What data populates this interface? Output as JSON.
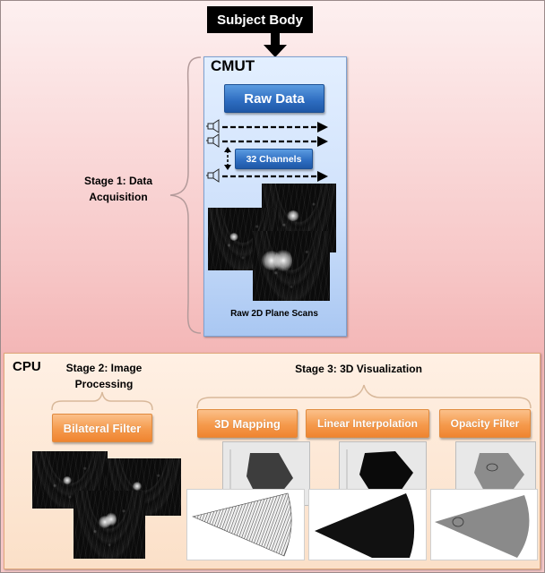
{
  "subject_body": "Subject Body",
  "cmut": {
    "title": "CMUT",
    "raw_data": "Raw Data",
    "channels": "32 Channels",
    "raw_scans": "Raw 2D Plane Scans"
  },
  "stage1": "Stage 1: Data Acquisition",
  "cpu": {
    "title": "CPU",
    "stage2": "Stage 2: Image Processing",
    "stage3": "Stage 3: 3D Visualization",
    "bilateral_filter": "Bilateral Filter",
    "mapping_3d": "3D Mapping",
    "linear_interpolation": "Linear Interpolation",
    "opacity_filter": "Opacity Filter"
  },
  "colors": {
    "cmut_button": "#2d6cc0",
    "cpu_button": "#f59a4c",
    "background_top": "#fdf0f0",
    "background_mid": "#f7c8c8"
  },
  "icons": [
    "transducer-icon",
    "arrow-right-icon",
    "arrow-down-icon"
  ]
}
